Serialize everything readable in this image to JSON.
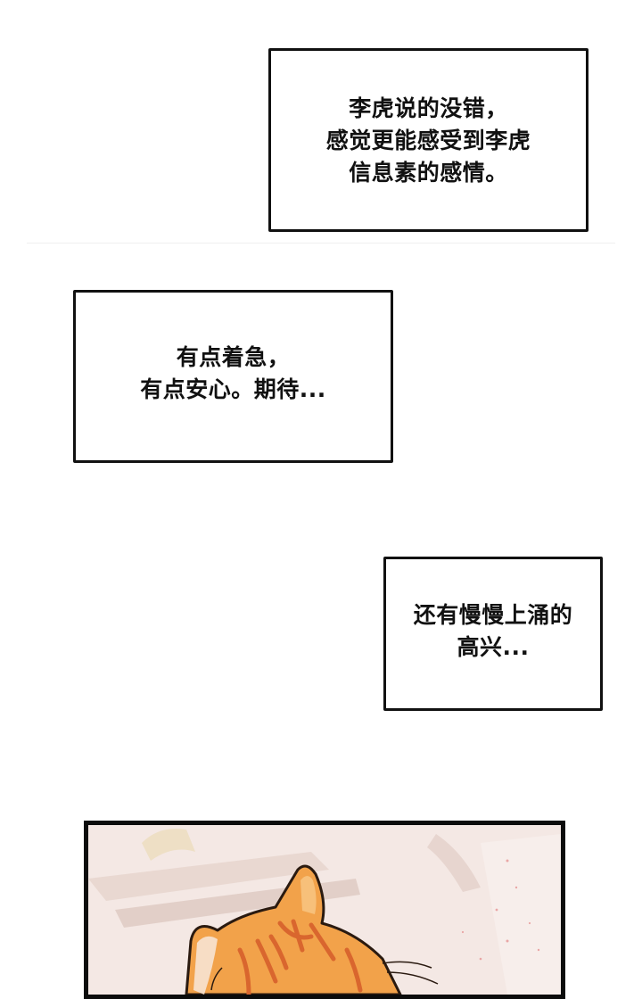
{
  "captions": [
    {
      "lines": [
        "李虎说的没错，",
        "感觉更能感受到李虎",
        "信息素的感情。"
      ]
    },
    {
      "lines": [
        "有点着急，",
        "有点安心。期待..."
      ]
    },
    {
      "lines": [
        "还有慢慢上涌的",
        "高兴..."
      ]
    }
  ],
  "art_panel": {
    "subject": "orange-tabby-cat",
    "colors": {
      "background": "#f3e6e2",
      "fur": "#f2a24a",
      "stripes": "#d9662e",
      "outline": "#2a1a10",
      "border": "#0c0c0c"
    }
  }
}
